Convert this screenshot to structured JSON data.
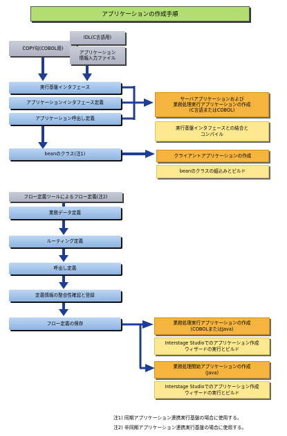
{
  "title": "アプリケーションの作成手順",
  "inputs": {
    "copy": "COPY句(COBOL用)",
    "idl": "IDL(C言語用)",
    "appinfo_line1": "アプリケーション",
    "appinfo_line2": "情報入力ファイル"
  },
  "group1": {
    "step1": "実行基盤インタフェース",
    "step2": "アプリケーションインタフェース定義",
    "step3": "アプリケーション呼出し定義",
    "out_main_line1": "サーバアプリケーションおよび",
    "out_main_line2": "業務処理実行アプリケーションの作成",
    "out_main_line3": "(C言語またはCOBOL)",
    "out_sub_line1": "実行基盤インタフェースとの結合と",
    "out_sub_line2": "コンパイル"
  },
  "group2": {
    "bean": "beanのクラス(注1)",
    "out_main": "クライアントアプリケーションの作成",
    "out_sub": "beanのクラスの組込みとビルド"
  },
  "flow": {
    "start": "フロー定義ツールによるフロー定義(注2)",
    "steps": [
      "業務データ定義",
      "ルーティング定義",
      "呼出し定義",
      "定義情報の整合性確認と登録",
      "フロー定義の保存"
    ],
    "out1_main_line1": "業務処理実行アプリケーションの作成",
    "out1_main_line2": "(COBOLまたはJava)",
    "out1_sub_line1": "Interstage Studioでのアプリケーション作成",
    "out1_sub_line2": "ウィザードの実行とビルド",
    "out2_main_line1": "業務処理開始アプリケーションの作成",
    "out2_main_line2": "(Java)",
    "out2_sub_line1": "Interstage Studioでのアプリケーション作成",
    "out2_sub_line2": "ウィザードの実行とビルド"
  },
  "notes": [
    "注1) 同期アプリケーション連携実行基盤の場合に使用する。",
    "注2) 非同期アプリケーション連携実行基盤の場合に使用する。"
  ],
  "colors": {
    "title_bg": "#b3df72",
    "step_bg": "#9fc2ea",
    "input_bg": "#bcc0ce",
    "output_main_bg": "#f5b43d",
    "output_sub_bg": "#fde98f",
    "arrow": "#1c3f95"
  }
}
